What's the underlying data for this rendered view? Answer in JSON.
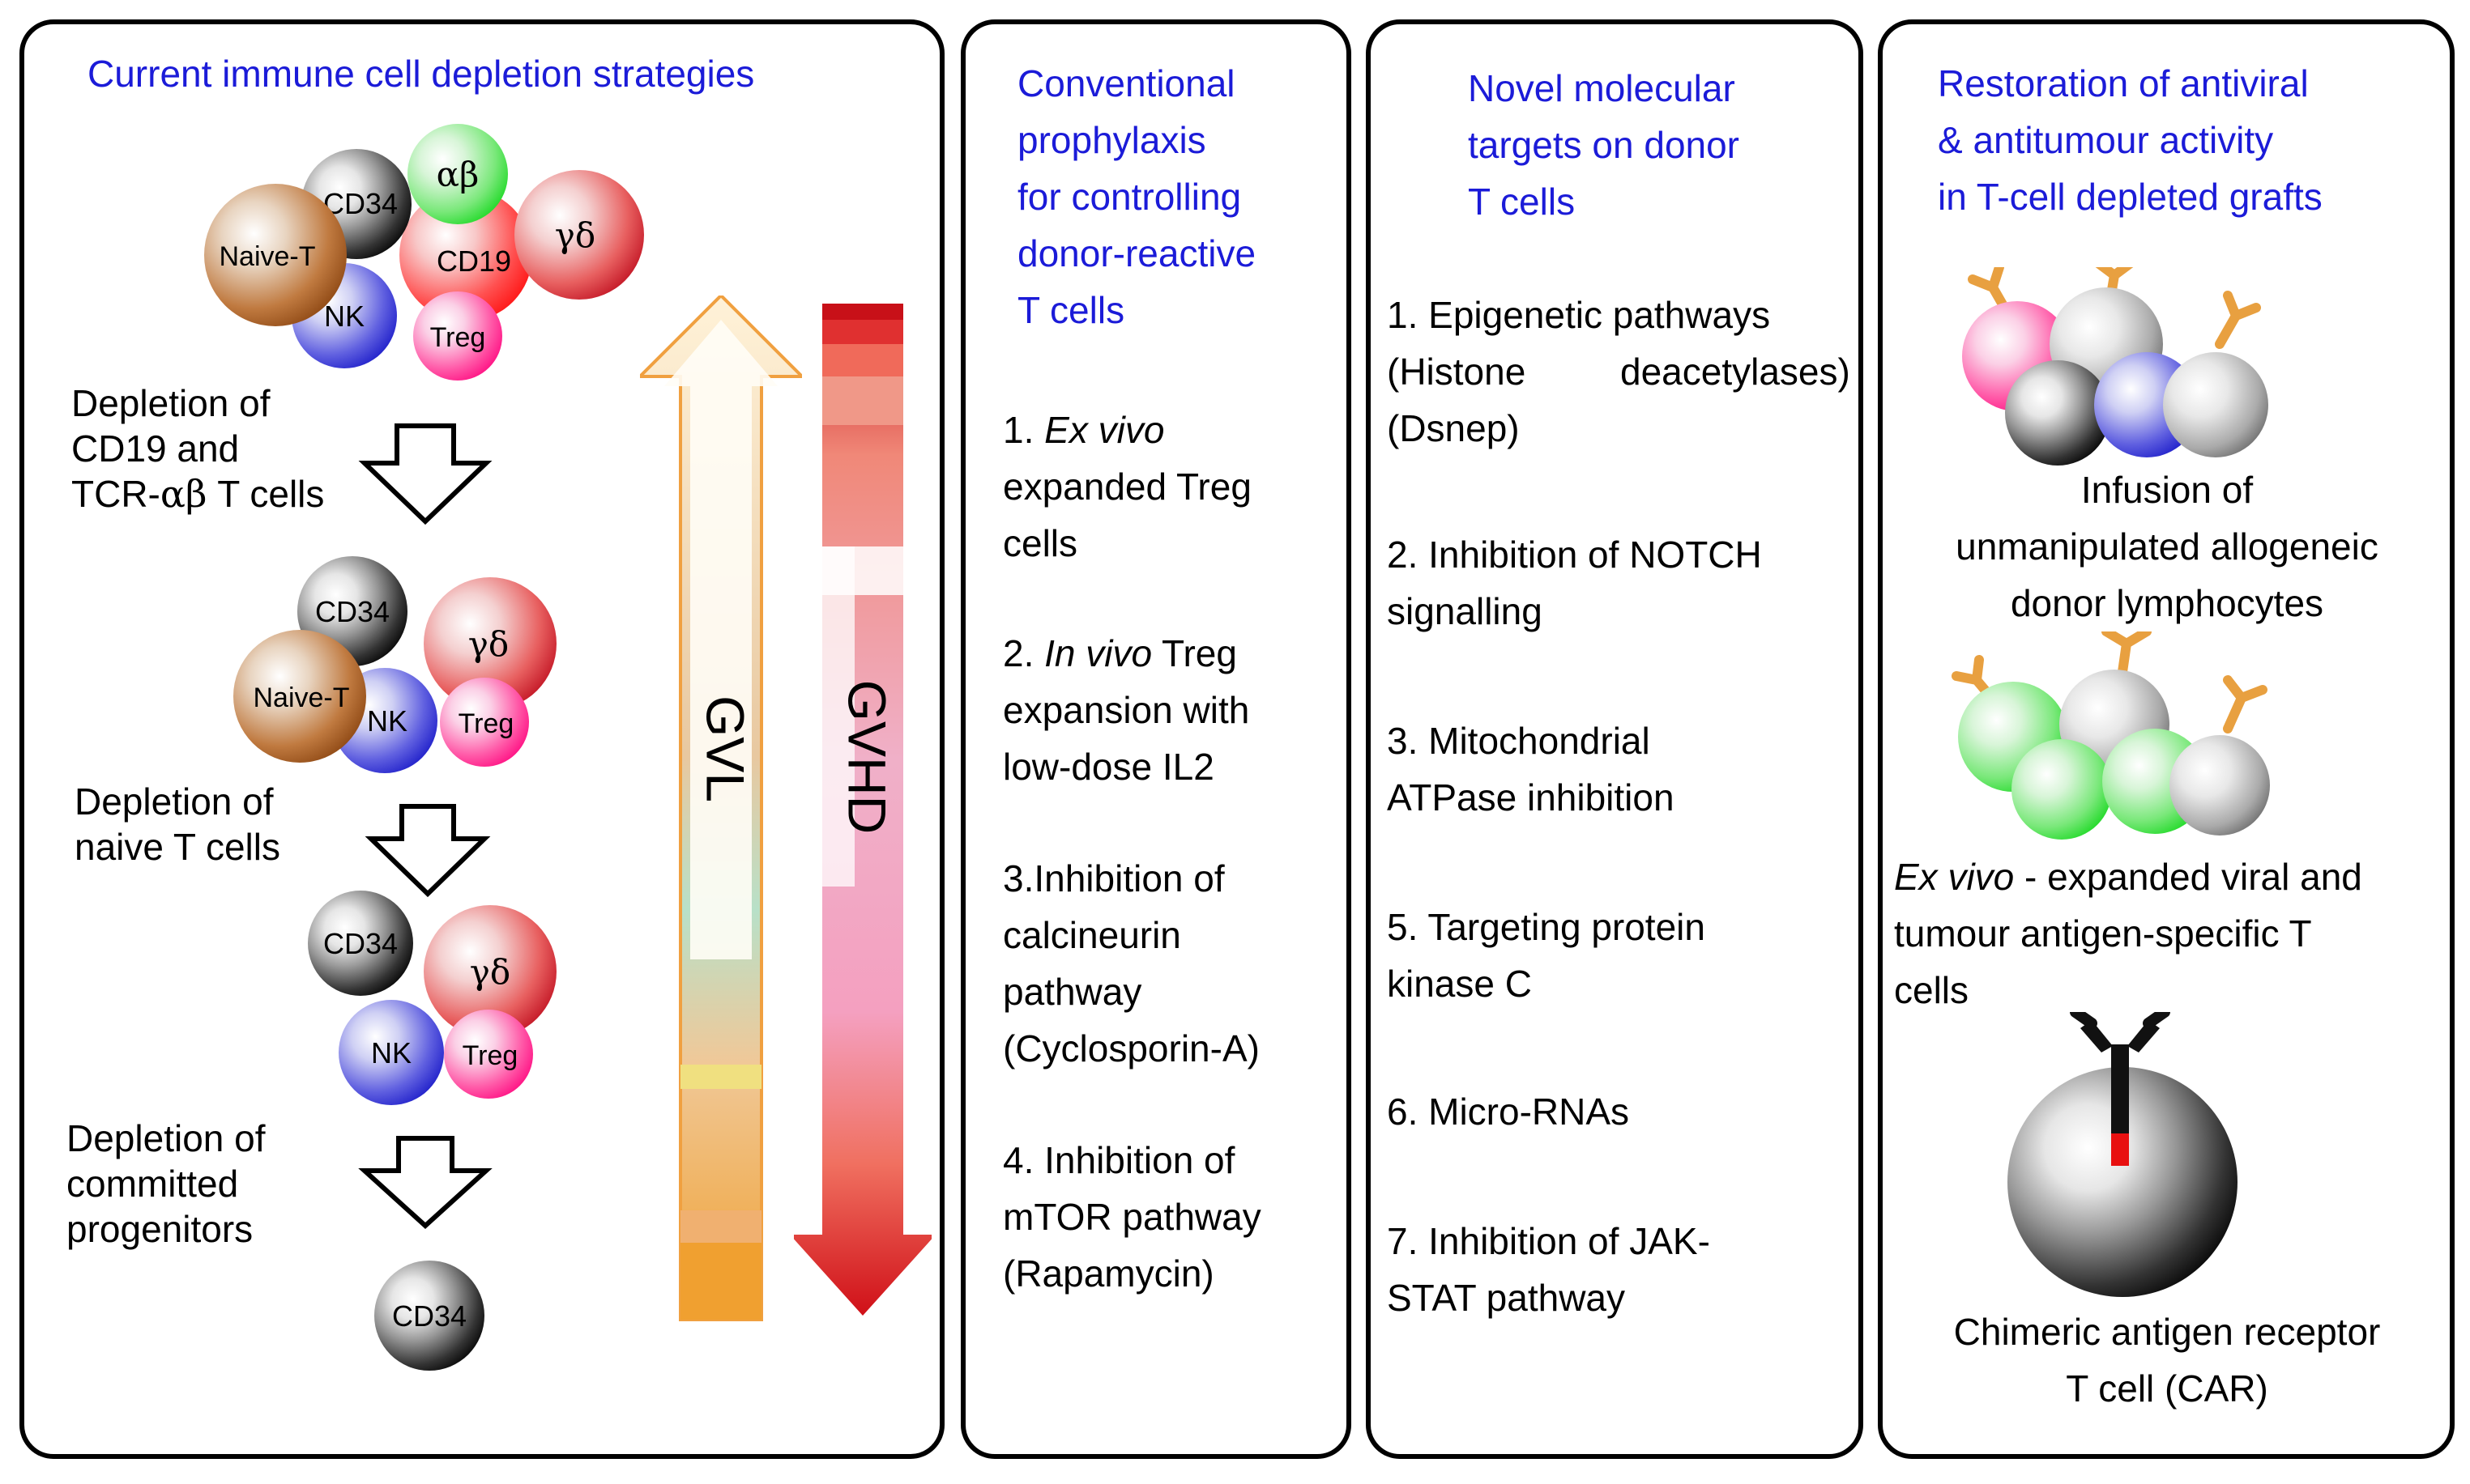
{
  "colors": {
    "title_blue": "#1b1bd8",
    "cd34": "#000000",
    "alphabeta": "#22e02b",
    "gammadelta": "#e01b2a",
    "cd19": "#ff2a2a",
    "naive_t": "#a65a1a",
    "nk": "#2a2ad8",
    "treg": "#ff1a8c",
    "gvl_arrow": "#f0a030",
    "gvhd_arrow": "#c81018",
    "car_receptor": "#e81010"
  },
  "panel1": {
    "title": "Current immune cell depletion strategies",
    "cells": {
      "cd34": "CD34",
      "alphabeta": "αβ",
      "gammadelta": "γδ",
      "cd19": "CD19",
      "naive_t": "Naive-T",
      "nk": "NK",
      "treg": "Treg"
    },
    "step1": {
      "line1": "Depletion of",
      "line2": "CD19 and",
      "line3_pre": "TCR-",
      "line3_sym": "αβ",
      "line3_post": " T cells"
    },
    "step2": {
      "line1": "Depletion of",
      "line2": "naive T cells"
    },
    "step3": {
      "line1": "Depletion of",
      "line2": "committed",
      "line3": "progenitors"
    },
    "gvl_label": "GVL",
    "gvhd_label": "GVHD"
  },
  "panel2": {
    "title": "Conventional\nprophylaxis\nfor controlling\ndonor-reactive\nT cells",
    "item1": {
      "num": "1. ",
      "em": "Ex vivo",
      "rest": "\nexpanded Treg\ncells"
    },
    "item2": {
      "num": "2. ",
      "em": "In vivo",
      "rest": " Treg\nexpansion with\nlow-dose IL2"
    },
    "item3": "3.Inhibition of\ncalcineurin\npathway\n(Cyclosporin-A)",
    "item4": "4. Inhibition of\nmTOR pathway\n(Rapamycin)"
  },
  "panel3": {
    "title": "Novel molecular\ntargets on donor\nT cells",
    "item1_line1": "1. Epigenetic pathways",
    "item1_line2a": "(Histone",
    "item1_line2b": "deacetylases)",
    "item1_line3": "(Dsnep)",
    "item2": "2. Inhibition of NOTCH\nsignalling",
    "item3": "3. Mitochondrial\nATPase inhibition",
    "item5": "5. Targeting protein\nkinase C",
    "item6": "6. Micro-RNAs",
    "item7": "7. Inhibition of JAK-\nSTAT pathway"
  },
  "panel4": {
    "title": "Restoration of antiviral\n& antitumour activity\nin T-cell depleted grafts",
    "caption1": "Infusion of\nunmanipulated allogeneic\ndonor lymphocytes",
    "caption2_em": "Ex vivo",
    "caption2_rest": " - expanded viral and\ntumour antigen-specific T\ncells",
    "caption3": "Chimeric antigen receptor\nT cell (CAR)"
  }
}
